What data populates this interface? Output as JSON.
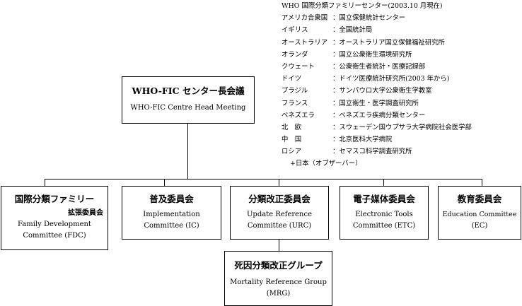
{
  "centers": {
    "heading": "WHO 国際分類ファミリーセンター(2003.10 月現在)",
    "rows": [
      {
        "country": "アメリカ合衆国",
        "institution": "：国立保健統計センター"
      },
      {
        "country": "イギリス",
        "institution": "：全国統計局"
      },
      {
        "country": "オーストラリア",
        "institution": "：オーストラリア国立保健福祉研究所"
      },
      {
        "country": "オランダ",
        "institution": "：国立公衆衛生環境研究所"
      },
      {
        "country": "クウェート",
        "institution": "：公衆衛生者統計・医療記録部"
      },
      {
        "country": "ドイツ",
        "institution": "：ドイツ医療統計研究所(2003 年から)"
      },
      {
        "country": "ブラジル",
        "institution": "：サンパウロ大学公衆衛生学教室"
      },
      {
        "country": "フランス",
        "institution": "：国立衛生・医学調査研究所"
      },
      {
        "country": "ベネズエラ",
        "institution": "：ベネズエラ疾病分類センター"
      },
      {
        "country": "北　欧",
        "institution": "：スウェーデン国ウプサラ大学病院社会医学部"
      },
      {
        "country": "中　国",
        "institution": "：北京医科大学病院"
      },
      {
        "country": "ロシア",
        "institution": "：セマスコ科学調査研究所"
      }
    ],
    "observer": "+日本（オブザーバー）"
  },
  "head": {
    "title": "WHO-FIC センター長会議",
    "subtitle": "WHO-FIC Centre Head Meeting"
  },
  "committees": [
    {
      "title": "国際分類ファミリー",
      "sub_jp": "拡張委員会",
      "line1": "Family Development",
      "line2": "Committee (FDC)"
    },
    {
      "title": "普及委員会",
      "line1": "Implementation",
      "line2": "Committee (IC)"
    },
    {
      "title": "分類改正委員会",
      "line1": "Update Reference",
      "line2": "Committee (URC)"
    },
    {
      "title": "電子媒体委員会",
      "line1": "Electronic Tools",
      "line2": "Committee (ETC)"
    },
    {
      "title": "教育委員会",
      "line1": "Education Committee",
      "line2": "(EC)"
    }
  ],
  "mrg": {
    "title": "死因分類改正グループ",
    "line1": "Mortality Reference Group",
    "line2": "(MRG)"
  }
}
